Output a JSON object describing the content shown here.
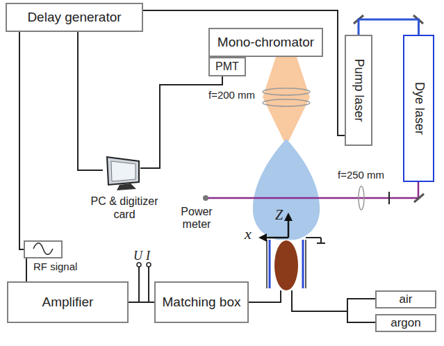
{
  "diagram": {
    "nodes": [
      {
        "text": [
          "Delay generator"
        ]
      },
      {
        "text": [
          "Mono-chromator"
        ]
      },
      {
        "text": [
          "PMT"
        ]
      },
      {
        "text": [
          "PC & digitizer card"
        ]
      },
      {
        "text": [
          "Pump laser"
        ]
      },
      {
        "text": [
          "Dye laser"
        ]
      },
      {
        "text": [
          "RF signal"
        ]
      },
      {
        "text": [
          "Amplifier"
        ]
      },
      {
        "text": [
          "Matching box"
        ]
      },
      {
        "text": [
          "air"
        ]
      },
      {
        "text": [
          "argon"
        ]
      }
    ],
    "edges": [
      {
        "from": 0,
        "to": 4,
        "arrow": "none"
      },
      {
        "from": 0,
        "to": 3,
        "arrow": "none"
      },
      {
        "from": 2,
        "to": 3,
        "arrow": "none"
      },
      {
        "from": 0,
        "to": 6,
        "arrow": "none"
      },
      {
        "from": 6,
        "to": 7,
        "arrow": "none"
      },
      {
        "from": 7,
        "to": 8,
        "arrow": "none"
      },
      {
        "from": 4,
        "to": 5,
        "arrow": "none"
      }
    ],
    "labels": [
      "f=200 mm",
      "f=250 mm",
      "Power meter",
      "U",
      "I",
      "Z",
      "x"
    ]
  }
}
